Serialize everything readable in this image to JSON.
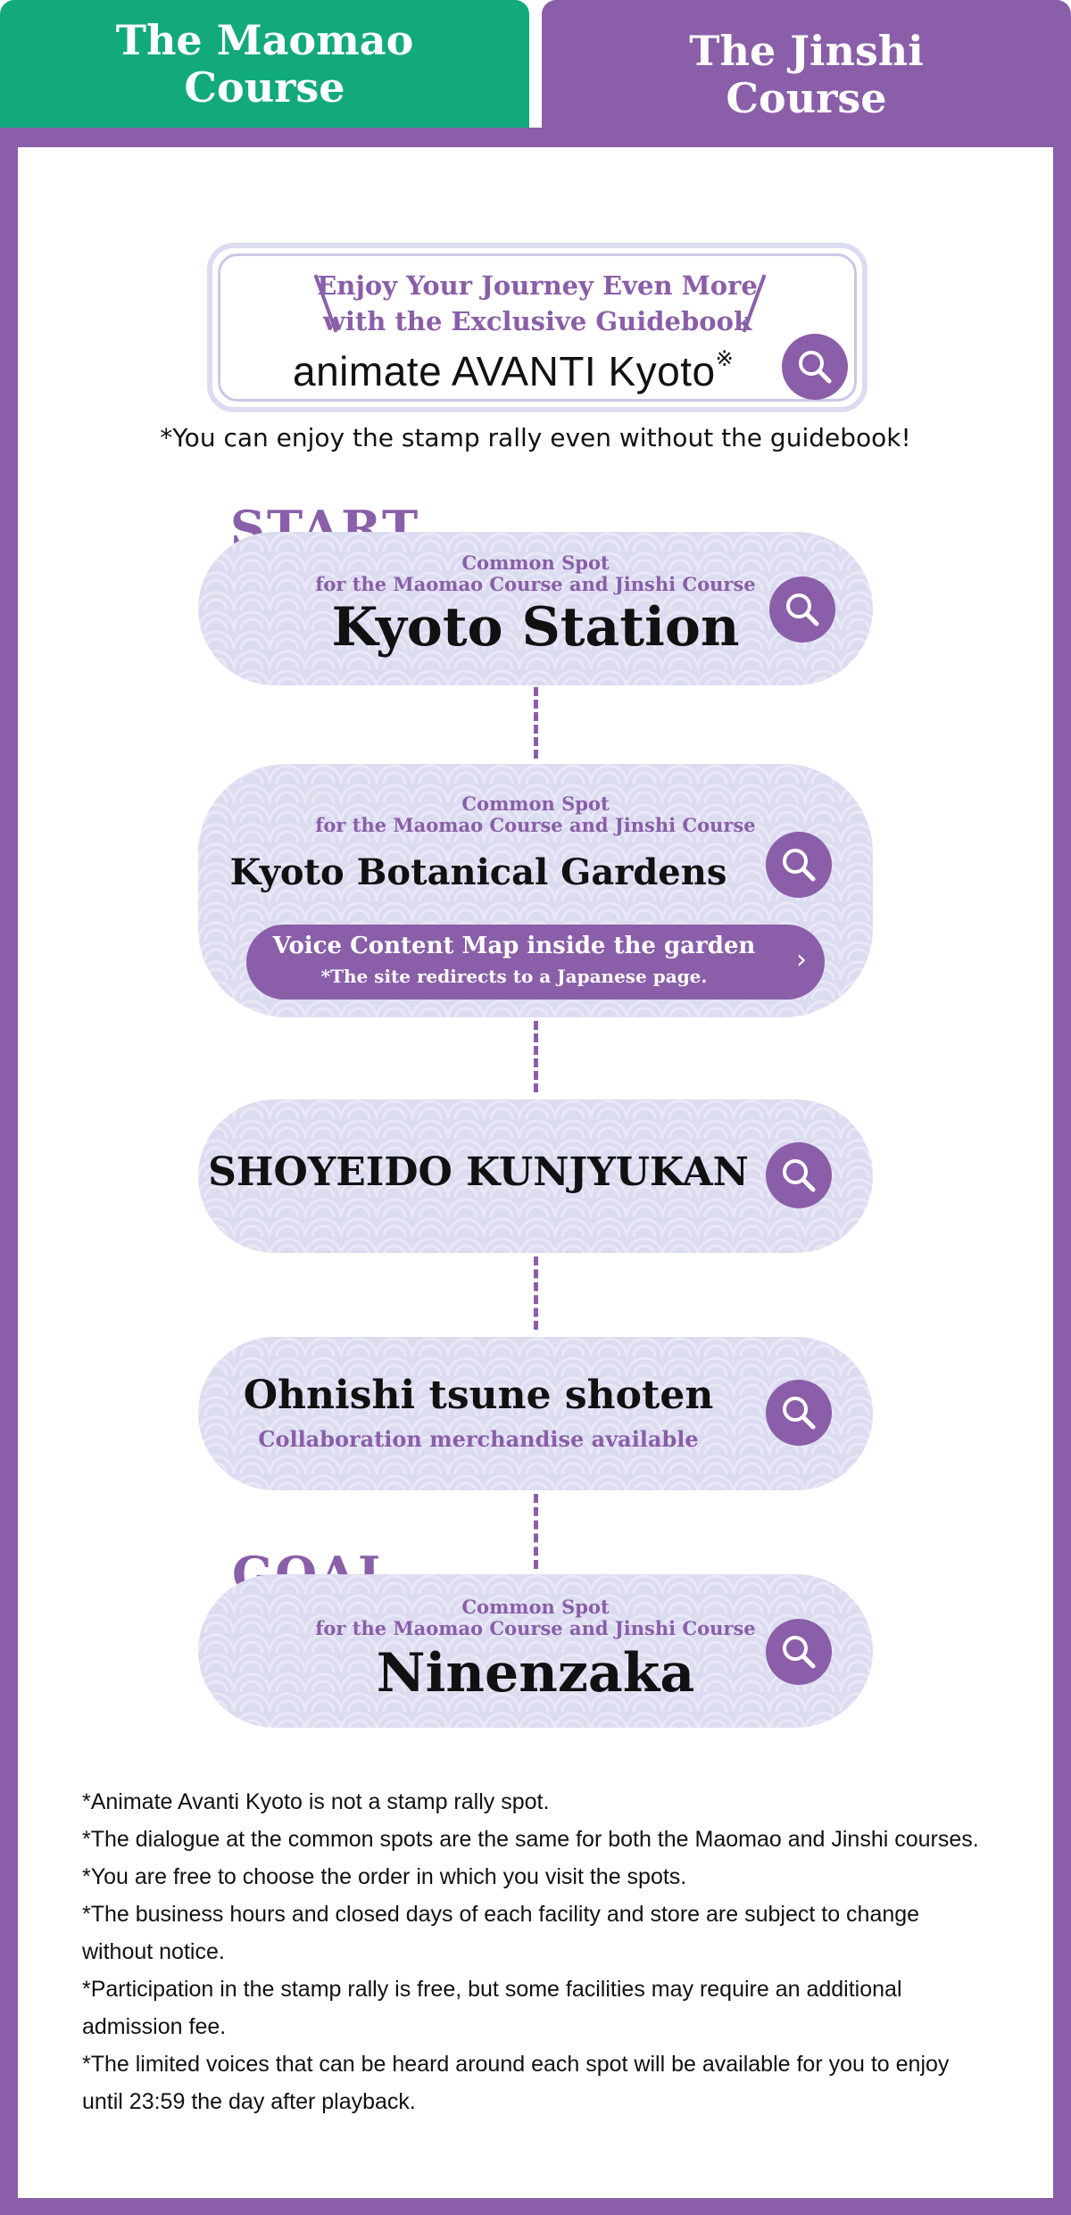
{
  "tabs": {
    "maomao": "The Maomao Course",
    "jinshi": "The Jinshi Course"
  },
  "guidebook": {
    "tagline_1": "Enjoy Your Journey Even More",
    "tagline_2": "with the Exclusive Guidebook",
    "name": "animate AVANTI Kyoto",
    "name_mark": "※",
    "note": "*You can enjoy the stamp rally even without the guidebook!"
  },
  "labels": {
    "start": "START",
    "goal": "GOAL"
  },
  "spots": [
    {
      "common_1": "Common Spot",
      "common_2": "for the Maomao Course and Jinshi Course",
      "name": "Kyoto Station"
    },
    {
      "common_1": "Common Spot",
      "common_2": "for the Maomao Course and Jinshi Course",
      "name": "Kyoto Botanical Gardens",
      "voice_line_1": "Voice Content Map inside the garden",
      "voice_line_2": "*The site redirects to a Japanese page.",
      "voice_chevron": "›"
    },
    {
      "name": "SHOYEIDO KUNJYUKAN"
    },
    {
      "name": "Ohnishi tsune shoten",
      "sub": "Collaboration merchandise available"
    },
    {
      "common_1": "Common Spot",
      "common_2": "for the Maomao Course and Jinshi Course",
      "name": "Ninenzaka"
    }
  ],
  "notes": [
    "*Animate Avanti Kyoto is not a stamp rally spot.",
    "*The dialogue at the common spots are the same for both the Maomao and Jinshi courses.",
    "*You are free to choose the order in which you visit the spots.",
    "*The business hours and closed days of each facility and store are subject to change without notice.",
    "*Participation in the stamp rally is free, but some facilities may require an additional admission fee.",
    "*The limited voices that can be heard around each spot will be available for you to enjoy until 23:59 the day after playback."
  ],
  "colors": {
    "purple": "#8a5ea8",
    "green": "#12a97d",
    "pill": "#dcdcf1"
  },
  "icons": {
    "search": "search-icon",
    "chevron": "chevron-right-icon"
  }
}
